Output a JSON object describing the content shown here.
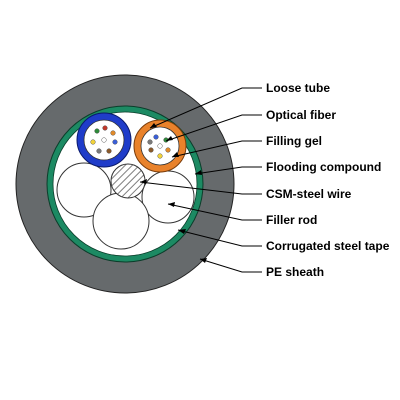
{
  "diagram": {
    "labels": [
      {
        "key": "loose_tube",
        "text": "Loose tube"
      },
      {
        "key": "optical_fiber",
        "text": "Optical fiber"
      },
      {
        "key": "filling_gel",
        "text": "Filling gel"
      },
      {
        "key": "flooding_compound",
        "text": "Flooding compound"
      },
      {
        "key": "csm_steel_wire",
        "text": "CSM-steel wire"
      },
      {
        "key": "filler_rod",
        "text": "Filler rod"
      },
      {
        "key": "corrugated_steel_tape",
        "text": "Corrugated steel tape"
      },
      {
        "key": "pe_sheath",
        "text": "PE sheath"
      }
    ]
  },
  "colors": {
    "pe_sheath": "#666a6c",
    "steel_tape": "#1c8a63",
    "loose_tube_blue": "#1f3cc9",
    "loose_tube_orange": "#e9822b",
    "csm_hatch": "#555555",
    "background": "#ffffff"
  }
}
